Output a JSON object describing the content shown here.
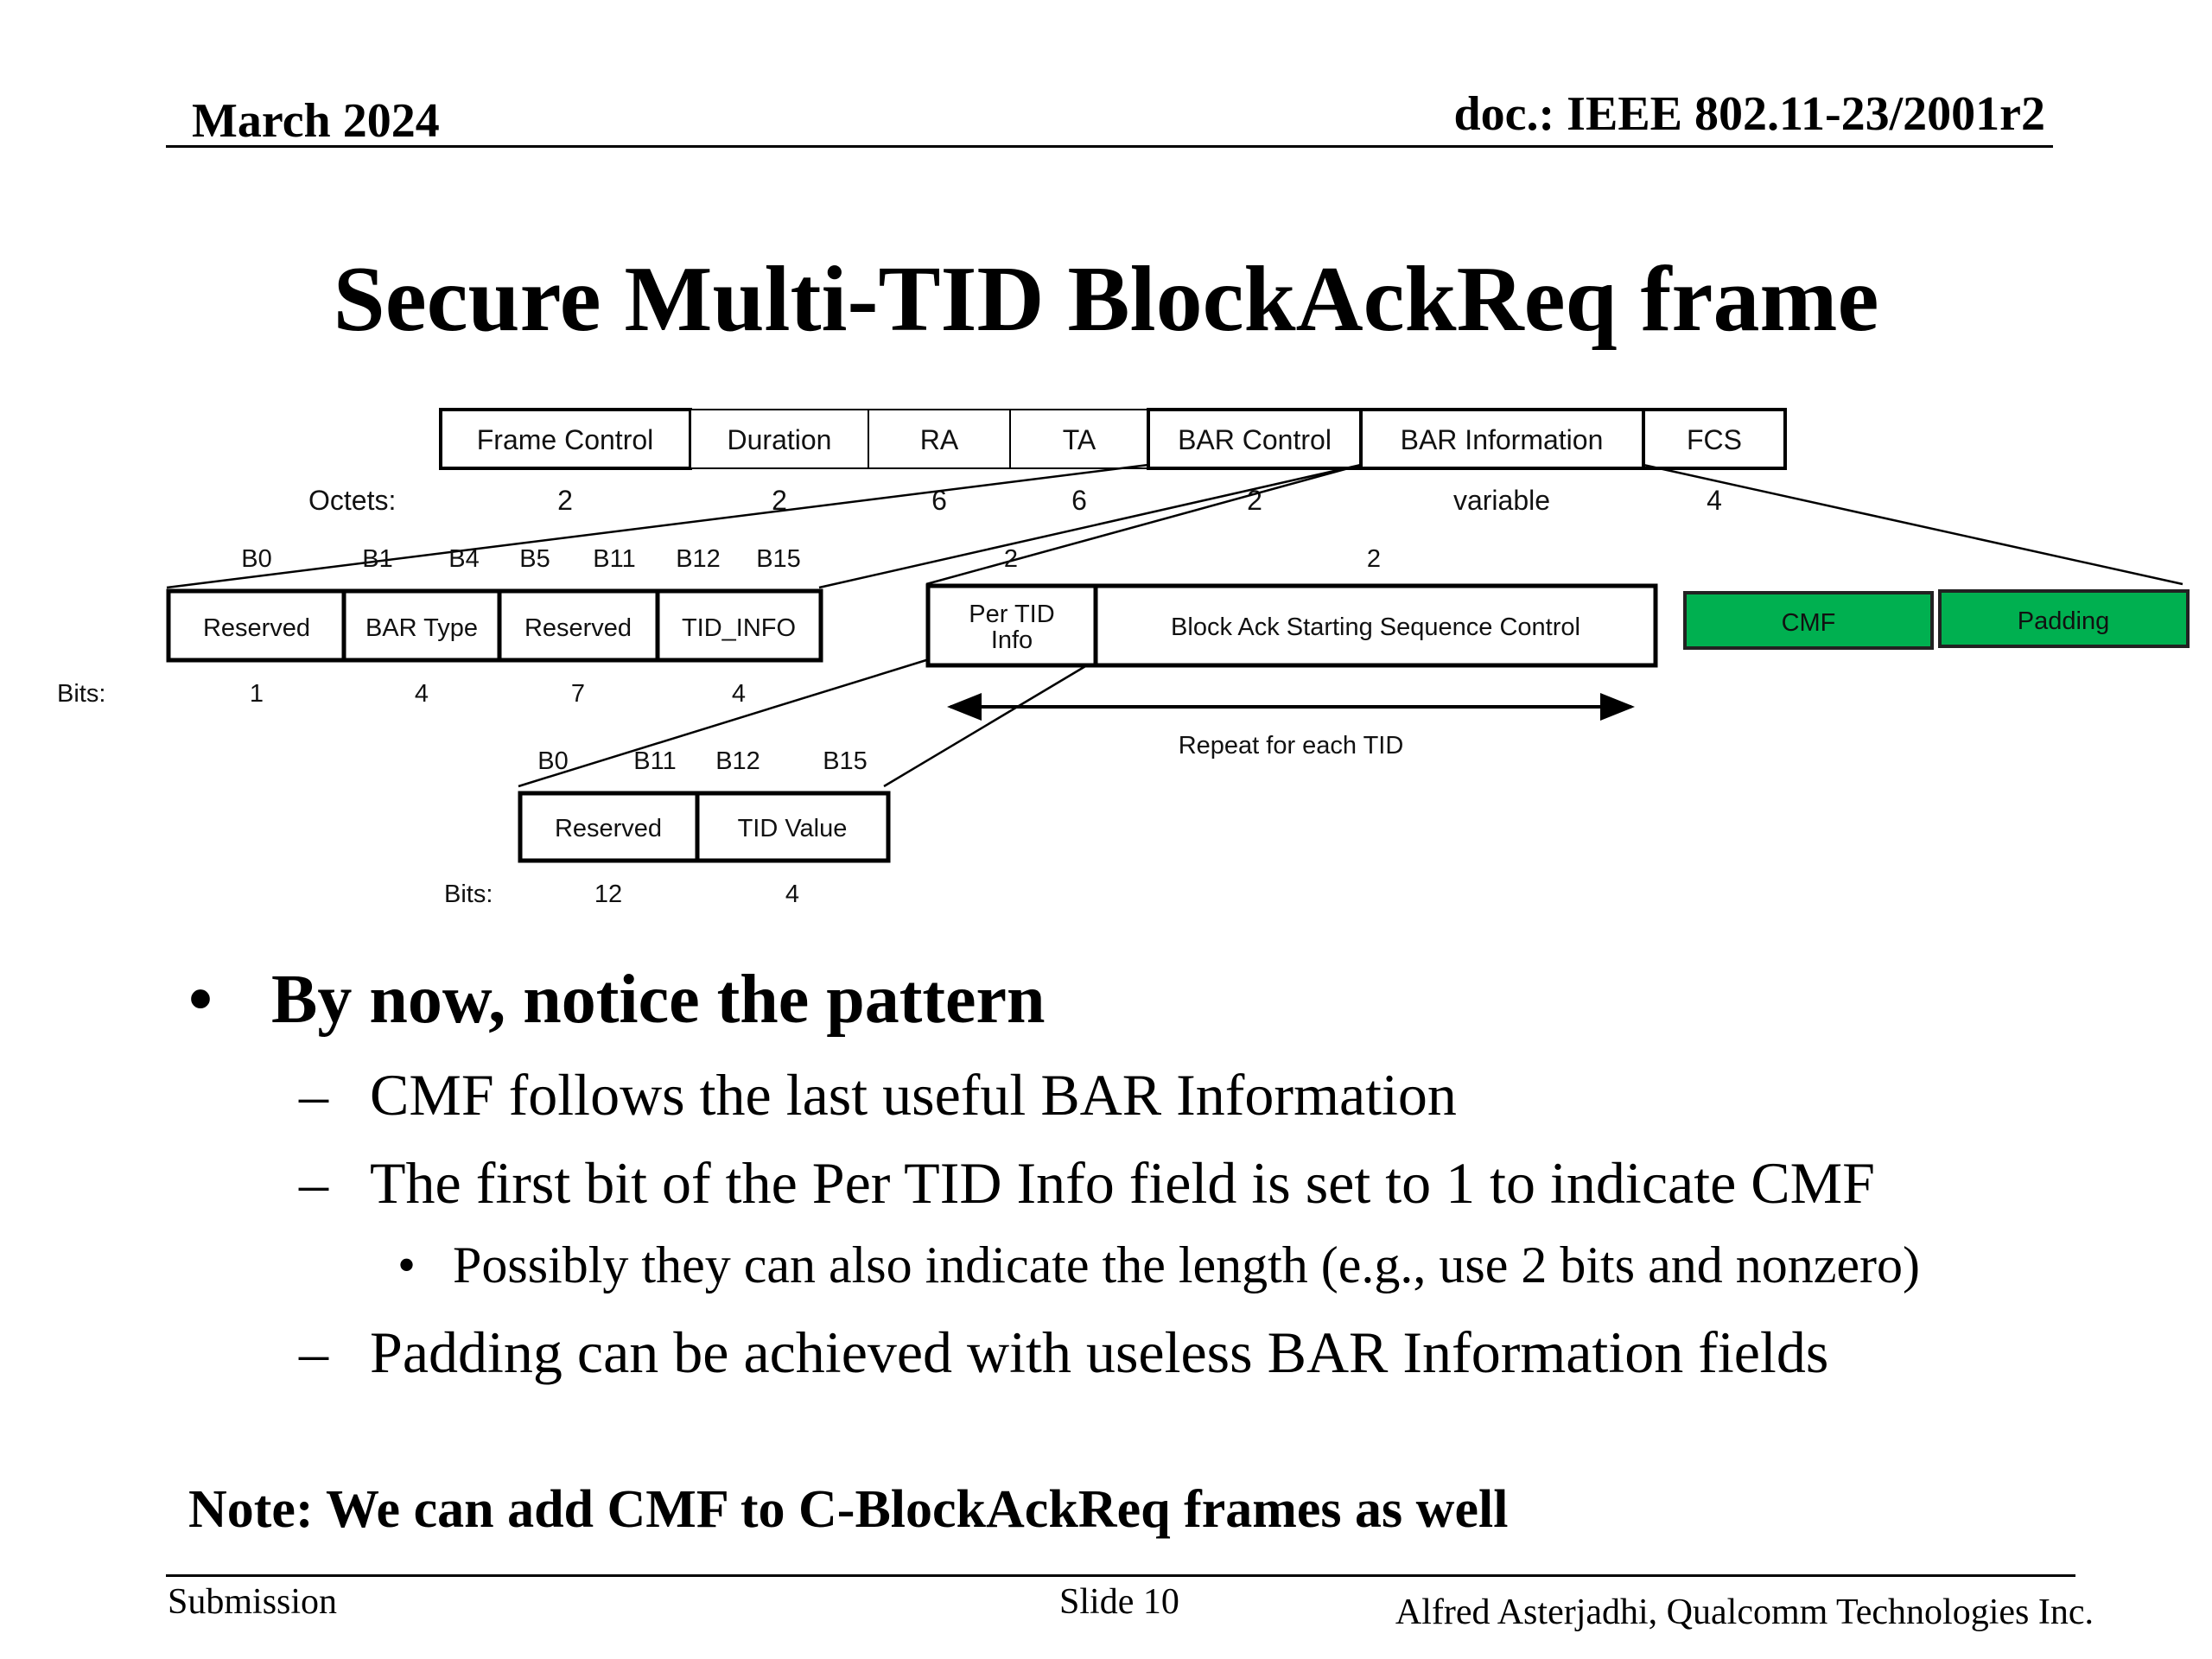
{
  "header": {
    "date": "March 2024",
    "doc": "doc.: IEEE 802.11-23/2001r2"
  },
  "title": "Secure Multi-TID BlockAckReq frame",
  "diagram": {
    "top_fields": [
      "Frame Control",
      "Duration",
      "RA",
      "TA",
      "BAR Control",
      "BAR Information",
      "FCS"
    ],
    "octets_label": "Octets:",
    "octets": [
      "2",
      "2",
      "6",
      "6",
      "2",
      "variable",
      "4"
    ],
    "bar_control_bits_positions": [
      "B0",
      "B1",
      "B4",
      "B5",
      "B11",
      "B12",
      "B15"
    ],
    "bar_control_fields": [
      "Reserved",
      "BAR Type",
      "Reserved",
      "TID_INFO"
    ],
    "bits_label": "Bits:",
    "bar_control_bits": [
      "1",
      "4",
      "7",
      "4"
    ],
    "per_tid_octets": [
      "2",
      "2"
    ],
    "per_tid_info_line1": "Per TID",
    "per_tid_info_line2": "Info",
    "bass_control": "Block Ack Starting Sequence Control",
    "repeat_label": "Repeat for each TID",
    "cmf": "CMF",
    "padding": "Padding",
    "per_tid_bits_positions": [
      "B0",
      "B11",
      "B12",
      "B15"
    ],
    "per_tid_fields": [
      "Reserved",
      "TID Value"
    ],
    "per_tid_bits": [
      "12",
      "4"
    ],
    "colors": {
      "green_fill": "#00b050"
    }
  },
  "bullets": {
    "main": "By now, notice the pattern",
    "sub1": "CMF follows the last useful BAR Information",
    "sub2": "The first bit of the Per TID Info field is set to 1 to indicate CMF",
    "subsub": "Possibly they can also indicate the length (e.g., use 2 bits and nonzero)",
    "sub3": "Padding can be achieved with useless BAR Information fields"
  },
  "note": "Note: We can add CMF to C-BlockAckReq frames as well",
  "footer": {
    "left": "Submission",
    "center": "Slide 10",
    "right": "Alfred Asterjadhi, Qualcomm Technologies Inc."
  }
}
